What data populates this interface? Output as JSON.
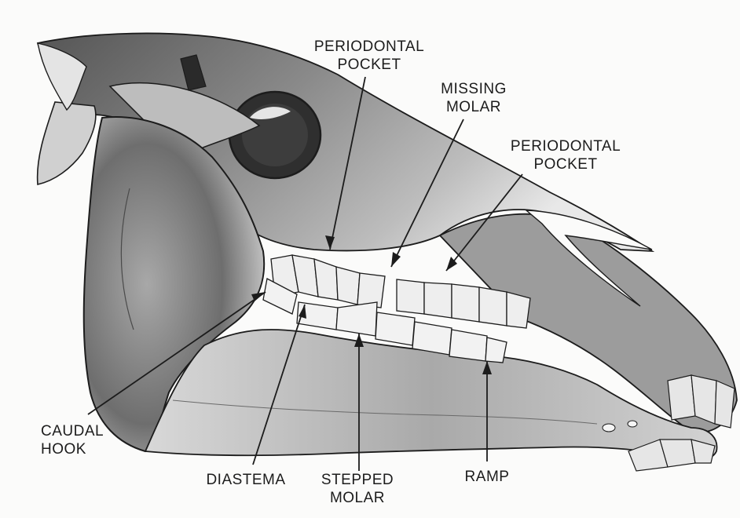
{
  "labels": {
    "periodontal_pocket_upper": {
      "line1": "PERIODONTAL",
      "line2": "POCKET"
    },
    "missing_molar": {
      "line1": "MISSING",
      "line2": "MOLAR"
    },
    "periodontal_pocket_right": {
      "line1": "PERIODONTAL",
      "line2": "POCKET"
    },
    "caudal_hook": {
      "line1": "CAUDAL",
      "line2": "HOOK"
    },
    "diastema": {
      "line1": "DIASTEMA"
    },
    "stepped_molar": {
      "line1": "STEPPED",
      "line2": "MOLAR"
    },
    "ramp": {
      "line1": "RAMP"
    }
  },
  "colors": {
    "ink": "#1c1c1c",
    "shade_dark": "#3a3a3a",
    "shade_mid": "#8c8c8c",
    "paper": "#fbfbfa"
  }
}
